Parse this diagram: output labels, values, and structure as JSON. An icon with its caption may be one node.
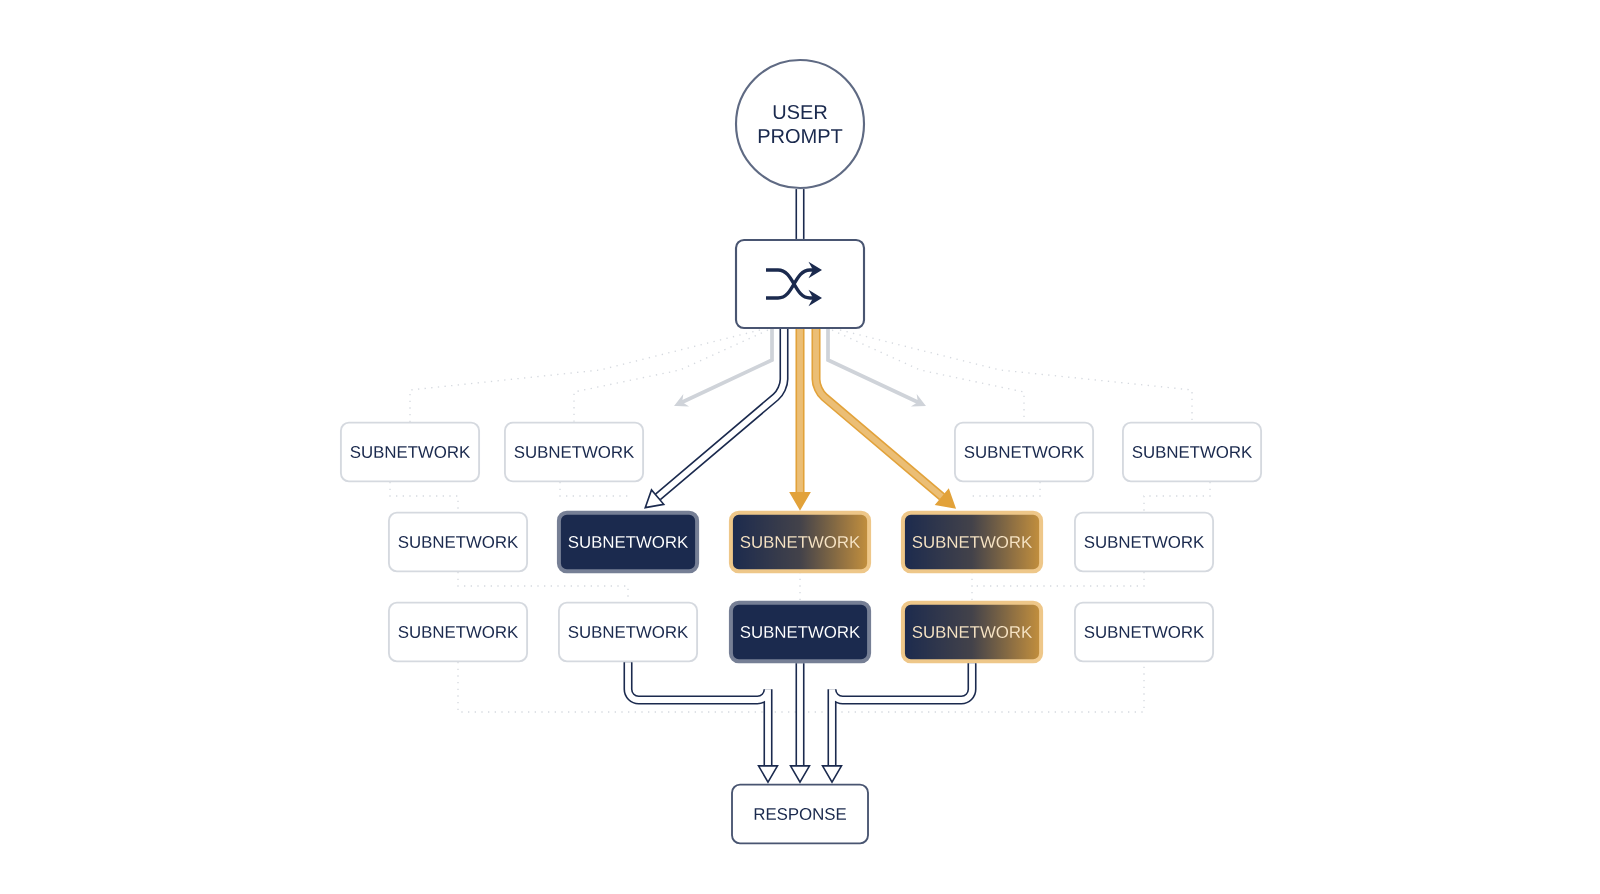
{
  "diagram": {
    "nodes": [
      {
        "text": [
          "USER PROMPT"
        ]
      },
      {
        "text": [],
        "shape": "box"
      },
      {
        "text": [
          "SUBNETWORK"
        ]
      },
      {
        "text": [
          "SUBNETWORK"
        ]
      },
      {
        "text": [
          "SUBNETWORK"
        ]
      },
      {
        "text": [
          "SUBNETWORK"
        ]
      },
      {
        "text": [
          "SUBNETWORK"
        ]
      },
      {
        "text": [
          "SUBNETWORK"
        ]
      },
      {
        "text": [
          "SUBNETWORK"
        ]
      },
      {
        "text": [
          "SUBNETWORK"
        ]
      },
      {
        "text": [
          "SUBNETWORK"
        ]
      },
      {
        "text": [
          "SUBNETWORK"
        ]
      },
      {
        "text": [
          "SUBNETWORK"
        ]
      },
      {
        "text": [
          "SUBNETWORK"
        ]
      },
      {
        "text": [
          "SUBNETWORK"
        ]
      },
      {
        "text": [
          "SUBNETWORK"
        ]
      },
      {
        "text": [
          "RESPONSE"
        ]
      }
    ],
    "edges": [
      {
        "from": 0,
        "to": 1,
        "arrow": "none"
      },
      {
        "from": 1,
        "to": null,
        "arrow": "to",
        "color": "#cfd3d9"
      },
      {
        "from": 1,
        "to": 7,
        "arrow": "to"
      },
      {
        "from": 1,
        "to": 8,
        "arrow": "to",
        "color": "#e2a23a"
      },
      {
        "from": 1,
        "to": 9,
        "arrow": "to",
        "color": "#e2a23a"
      },
      {
        "from": 1,
        "to": null,
        "arrow": "to",
        "color": "#cfd3d9"
      },
      {
        "from": 12,
        "to": 16,
        "arrow": "to"
      },
      {
        "from": 13,
        "to": 16,
        "arrow": "to"
      },
      {
        "from": 14,
        "to": 16,
        "arrow": "to"
      }
    ]
  }
}
